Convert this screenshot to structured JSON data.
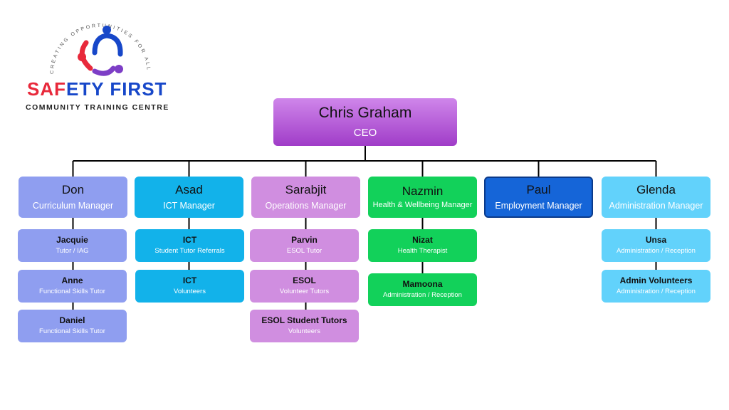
{
  "logo": {
    "arc_text": "CREATING OPPORTUNITIES FOR ALL",
    "title_part1": "SAF",
    "title_part2": "ETY FIRST",
    "subtitle": "COMMUNITY TRAINING CENTRE"
  },
  "ceo": {
    "name": "Chris Graham",
    "role": "CEO",
    "color": "#a03cc8"
  },
  "departments": [
    {
      "name": "Don",
      "role": "Curriculum Manager",
      "color": "#8f9ef0",
      "staff": [
        {
          "name": "Jacquie",
          "role": "Tutor / IAG"
        },
        {
          "name": "Anne",
          "role": "Functional Skills Tutor"
        },
        {
          "name": "Daniel",
          "role": "Functional Skills Tutor"
        }
      ]
    },
    {
      "name": "Asad",
      "role": "ICT Manager",
      "color": "#12b2ea",
      "staff": [
        {
          "name": "ICT",
          "role": "Student Tutor Referrals"
        },
        {
          "name": "ICT",
          "role": "Volunteers"
        }
      ]
    },
    {
      "name": "Sarabjit",
      "role": "Operations Manager",
      "color": "#d08ee0",
      "staff": [
        {
          "name": "Parvin",
          "role": "ESOL Tutor"
        },
        {
          "name": "ESOL",
          "role": "Volunteer Tutors"
        },
        {
          "name": "ESOL Student Tutors",
          "role": "Volunteers"
        }
      ]
    },
    {
      "name": "Nazmin",
      "role": "Health & Wellbeing Manager",
      "color": "#12d15a",
      "staff": [
        {
          "name": "Nizat",
          "role": "Health Therapist"
        },
        {
          "name": "Mamoona",
          "role": "Administration / Reception"
        }
      ]
    },
    {
      "name": "Paul",
      "role": "Employment Manager",
      "color": "#1565d8",
      "staff": []
    },
    {
      "name": "Glenda",
      "role": "Administration Manager",
      "color": "#62d2fb",
      "staff": [
        {
          "name": "Unsa",
          "role": "Administration / Reception"
        },
        {
          "name": "Admin Volunteers",
          "role": "Administration / Reception"
        }
      ]
    }
  ]
}
